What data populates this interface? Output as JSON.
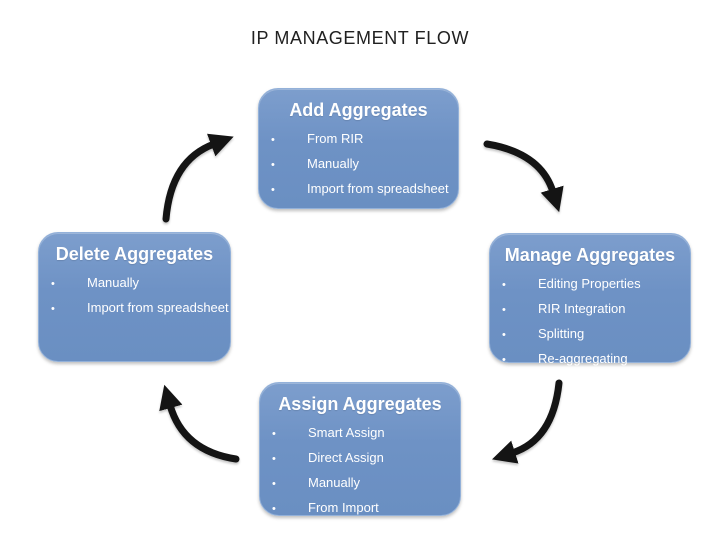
{
  "page_title": "IP MANAGEMENT FLOW",
  "bullet_char": "•",
  "colors": {
    "box_fill_top": "#7d9ecd",
    "box_fill_bottom": "#6a8fc2",
    "box_border": "#93b1d9",
    "box_text": "#ffffff",
    "arrow": "#141414",
    "title_text": "#212121",
    "background": "#ffffff"
  },
  "boxes": {
    "add": {
      "title": "Add Aggregates",
      "items": [
        "From RIR",
        "Manually",
        "Import from spreadsheet"
      ]
    },
    "manage": {
      "title": "Manage Aggregates",
      "items": [
        "Editing Properties",
        "RIR Integration",
        "Splitting",
        "Re-aggregating"
      ]
    },
    "assign": {
      "title": "Assign Aggregates",
      "items": [
        "Smart Assign",
        "Direct Assign",
        "Manually",
        "From Import"
      ]
    },
    "delete": {
      "title": "Delete Aggregates",
      "items": [
        "Manually",
        "Import from spreadsheet"
      ]
    }
  },
  "arrows": [
    {
      "name": "delete-to-add",
      "direction": "up-right"
    },
    {
      "name": "add-to-manage",
      "direction": "right-down"
    },
    {
      "name": "manage-to-assign",
      "direction": "down-left"
    },
    {
      "name": "assign-to-delete",
      "direction": "left-up"
    }
  ]
}
